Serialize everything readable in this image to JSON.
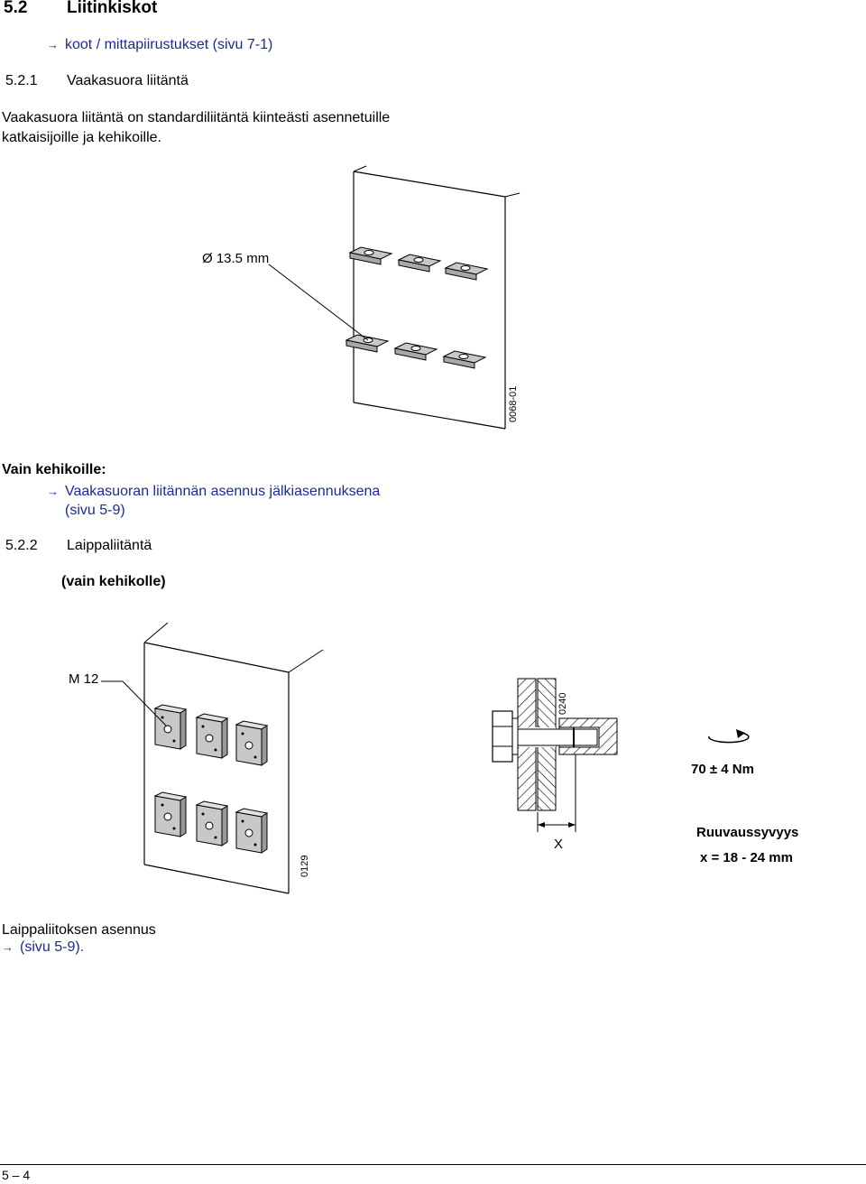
{
  "section": {
    "number": "5.2",
    "title": "Liitinkiskot"
  },
  "ref_dimensions": {
    "text": "koot / mittapiirustukset (sivu 7-1)"
  },
  "subsection1": {
    "number": "5.2.1",
    "title": "Vaakasuora liitäntä"
  },
  "intro": {
    "line1": "Vaakasuora liitäntä on standardiliitäntä kiinteästi asennetuille",
    "line2": "katkaisijoille ja kehikoille."
  },
  "figure1": {
    "diameter_label": "Ø 13.5 mm",
    "figure_id": "0068-01"
  },
  "frames_only": {
    "label": "Vain kehikoille:",
    "ref_line1": "Vaakasuoran liitännän asennus jälkiasennuksena",
    "ref_line2": "(sivu 5-9)"
  },
  "subsection2": {
    "number": "5.2.2",
    "title": "Laippaliitäntä",
    "note": "(vain kehikolle)"
  },
  "figure2": {
    "bolt_label": "M 12",
    "figure_id_left": "0129",
    "figure_id_right": "0240",
    "dimension_label": "X",
    "torque": "70 ± 4 Nm",
    "depth_title": "Ruuvaussyvyys",
    "depth_value": "x = 18 - 24 mm"
  },
  "flange_install": {
    "line1": "Laippaliitoksen asennus",
    "ref": "(sivu 5-9)."
  },
  "footer": {
    "page": "5 – 4"
  },
  "icons": [
    "arrow-right-icon",
    "rotation-arrow-icon"
  ],
  "colors": {
    "link": "#1a2a9a",
    "part_fill": "#c8c8c8"
  }
}
